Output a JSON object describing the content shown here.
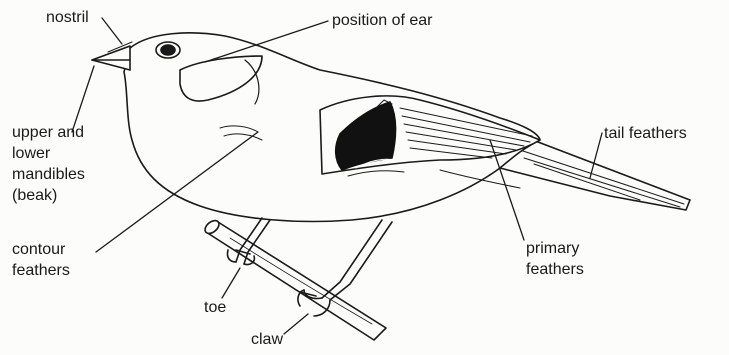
{
  "labels": {
    "nostril": [
      "nostril"
    ],
    "position_of_ear": [
      "position of ear"
    ],
    "beak": [
      "upper and",
      "lower",
      "mandibles",
      "(beak)"
    ],
    "contour_feathers": [
      "contour",
      "feathers"
    ],
    "tail_feathers": [
      "tail feathers"
    ],
    "primary_feathers": [
      "primary",
      "feathers"
    ],
    "toe": [
      "toe"
    ],
    "claw": [
      "claw"
    ]
  },
  "colors": {
    "ink": "#1a1a1a",
    "paper": "#fcfcfa",
    "wing_patch": "#111111"
  }
}
